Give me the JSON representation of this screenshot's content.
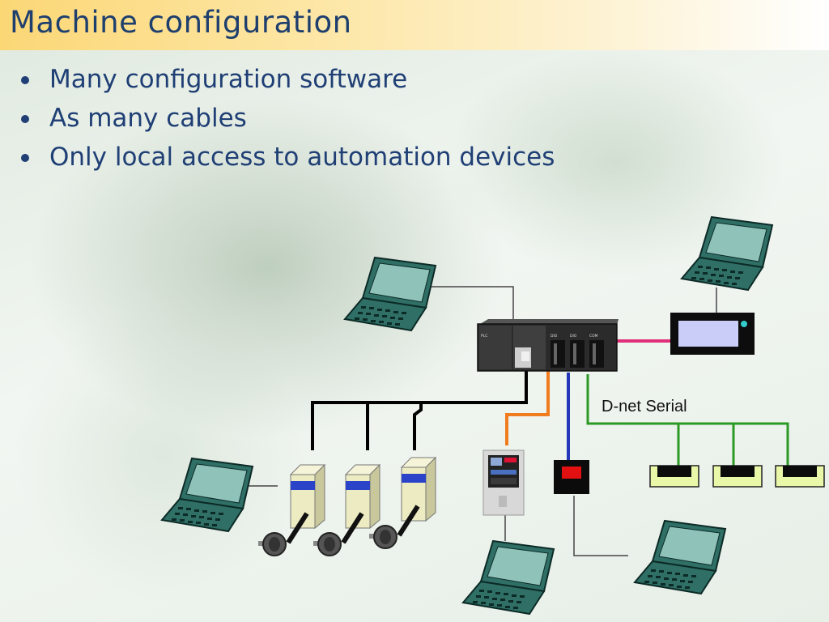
{
  "slide": {
    "title": "Machine configuration",
    "bullets": [
      "Many configuration software",
      "As many cables",
      "Only local access to automation devices"
    ]
  },
  "diagram": {
    "network_label": "D-net Serial",
    "plc_module_labels": [
      "PLC",
      "DIO",
      "DIO",
      "COM"
    ],
    "colors": {
      "accent_title": "#1e3f6e",
      "laptop": "#2f6f66",
      "black_bus": "#000000",
      "orange_cable": "#f07c1e",
      "blue_cable": "#2238b8",
      "green_cable": "#2b9a24",
      "pink_cable": "#e0307a",
      "drive_body": "#ecebc2",
      "drive_label": "#2a43c8",
      "hmi_screen": "#c9cdf8",
      "io_device": "#e21010",
      "node_fill": "#e9f7a8"
    }
  }
}
